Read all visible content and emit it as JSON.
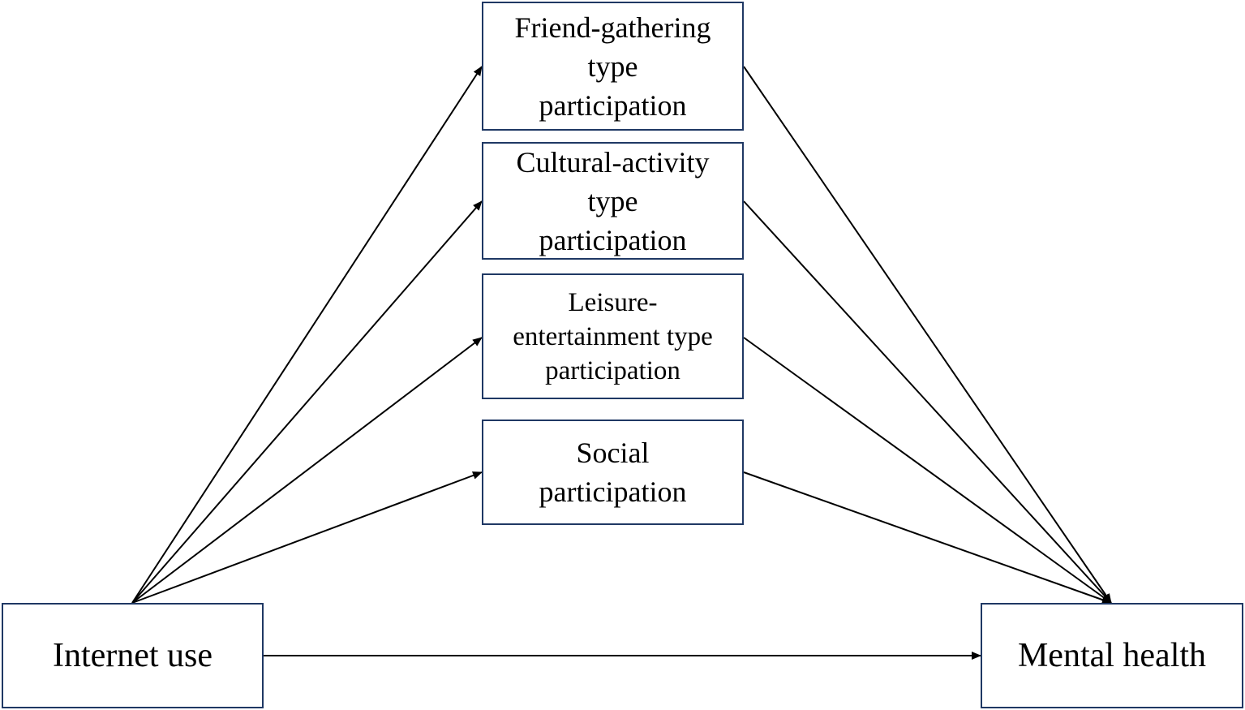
{
  "nodes": {
    "friend_gathering": {
      "lines": [
        "Friend-gathering",
        "type",
        "participation"
      ]
    },
    "cultural_activity": {
      "lines": [
        "Cultural-activity",
        "type",
        "participation"
      ]
    },
    "leisure_entertainment": {
      "lines": [
        "Leisure-",
        "entertainment type",
        "participation"
      ]
    },
    "social": {
      "lines": [
        "Social",
        "participation"
      ]
    },
    "internet_use": {
      "label": "Internet use"
    },
    "mental_health": {
      "label": "Mental health"
    }
  },
  "colors": {
    "box_border": "#1f3864",
    "arrow": "#000000",
    "text": "#000000"
  }
}
